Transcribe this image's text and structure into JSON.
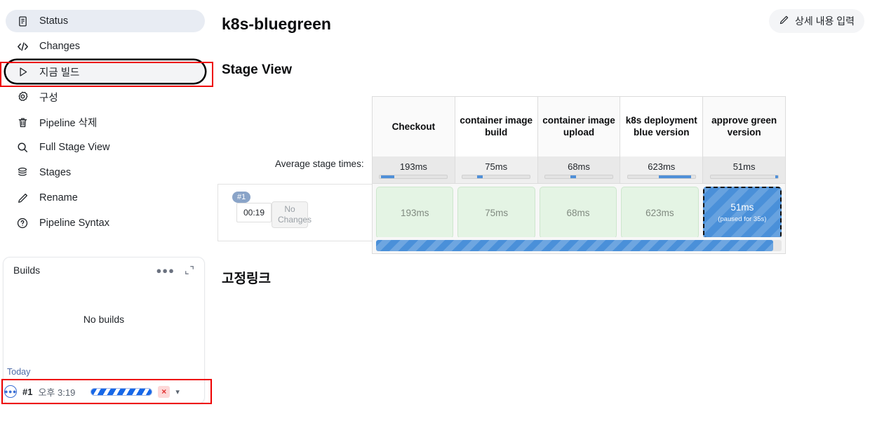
{
  "sidebar": {
    "items": [
      {
        "label": "Status",
        "icon": "document-icon",
        "state": "selected"
      },
      {
        "label": "Changes",
        "icon": "code-icon",
        "state": "normal"
      },
      {
        "label": "지금 빌드",
        "icon": "play-icon",
        "state": "focused"
      },
      {
        "label": "구성",
        "icon": "gear-icon",
        "state": "normal"
      },
      {
        "label": "Pipeline 삭제",
        "icon": "trash-icon",
        "state": "normal"
      },
      {
        "label": "Full Stage View",
        "icon": "search-icon",
        "state": "normal"
      },
      {
        "label": "Stages",
        "icon": "stack-icon",
        "state": "normal"
      },
      {
        "label": "Rename",
        "icon": "pencil-icon",
        "state": "normal"
      },
      {
        "label": "Pipeline Syntax",
        "icon": "question-icon",
        "state": "normal"
      }
    ],
    "builds_panel": {
      "title": "Builds",
      "menu_icon": "ellipsis-icon",
      "expand_icon": "expand-icon",
      "empty_text": "No builds",
      "group_label": "Today",
      "row": {
        "status_icon": "in-progress-icon",
        "number": "#1",
        "time": "오후 3:19",
        "progress_percent": 100,
        "stop_label": "×",
        "caret_icon": "chevron-down-icon"
      }
    }
  },
  "header": {
    "title": "k8s-bluegreen",
    "detail_button": {
      "label": "상세 내용 입력",
      "icon": "pencil-icon"
    }
  },
  "sections": {
    "stage_view": "Stage View",
    "permalinks": "고정링크"
  },
  "stage_view": {
    "average_label": "Average stage times:",
    "stages": [
      "Checkout",
      "container image build",
      "container image upload",
      "k8s deployment blue version",
      "approve green version"
    ],
    "average_times": [
      "193ms",
      "75ms",
      "68ms",
      "623ms",
      "51ms"
    ],
    "average_bar_offsets": [
      2,
      22,
      38,
      46,
      96
    ],
    "average_bar_widths": [
      20,
      8,
      8,
      48,
      4
    ],
    "run": {
      "badge": "#1",
      "duration": "00:19",
      "changes": "No Changes",
      "cells": [
        {
          "time": "193ms",
          "status": "success",
          "note": ""
        },
        {
          "time": "75ms",
          "status": "success",
          "note": ""
        },
        {
          "time": "68ms",
          "status": "success",
          "note": ""
        },
        {
          "time": "623ms",
          "status": "success",
          "note": ""
        },
        {
          "time": "51ms",
          "status": "paused",
          "note": "(paused for 35s)"
        }
      ],
      "progress_percent": 98
    }
  },
  "colors": {
    "accent_blue": "#4a90d9",
    "success_green": "#e4f4e4",
    "annotation_red": "#ee0000",
    "badge_blue": "#8aa4c8"
  }
}
